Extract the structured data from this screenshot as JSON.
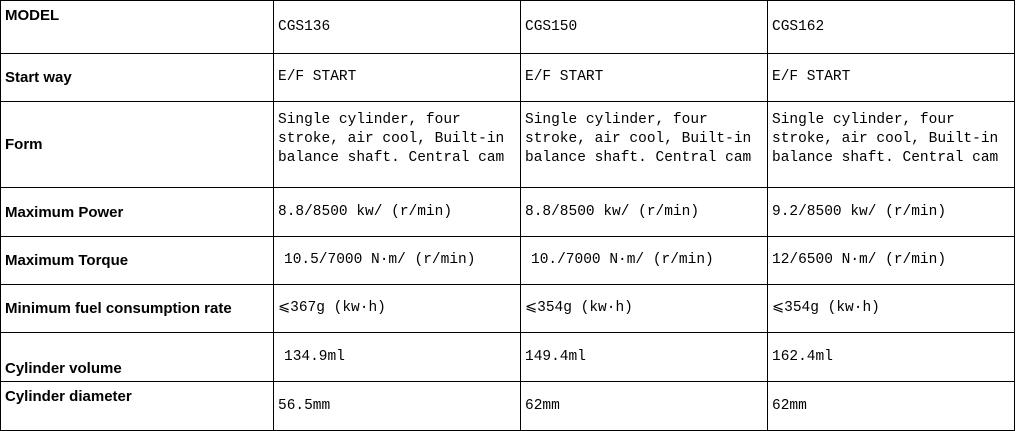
{
  "table": {
    "rows": [
      {
        "label": "MODEL",
        "cells": [
          "CGS136",
          "CGS150",
          "CGS162"
        ]
      },
      {
        "label": "Start way",
        "cells": [
          "E/F START",
          "E/F START",
          "E/F START"
        ]
      },
      {
        "label": "Form",
        "cells": [
          "Single cylinder, four\nstroke, air cool, Built-in\nbalance shaft. Central cam",
          "Single cylinder, four\nstroke, air cool, Built-in\nbalance shaft. Central cam",
          "Single cylinder, four\nstroke, air cool, Built-in\nbalance shaft. Central cam"
        ]
      },
      {
        "label": "Maximum Power",
        "cells": [
          "8.8/8500 kw/ (r/min)",
          "8.8/8500 kw/ (r/min)",
          "9.2/8500 kw/ (r/min)"
        ]
      },
      {
        "label": "Maximum Torque",
        "cells": [
          "10.5/7000 N·m/ (r/min)",
          "10./7000 N·m/ (r/min)",
          "12/6500 N·m/ (r/min)"
        ]
      },
      {
        "label": "Minimum fuel consumption rate",
        "cells": [
          "⩽367g (kw·h)",
          "⩽354g (kw·h)",
          "⩽354g (kw·h)"
        ]
      },
      {
        "label": "Cylinder volume",
        "cells": [
          "134.9ml",
          "149.4ml",
          "162.4ml"
        ]
      },
      {
        "label": "Cylinder diameter",
        "cells": [
          "56.5mm",
          "62mm",
          "62mm"
        ]
      }
    ]
  }
}
